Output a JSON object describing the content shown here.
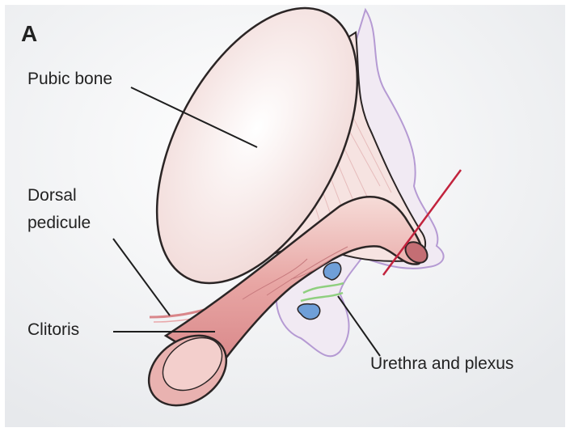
{
  "panel_label": "A",
  "labels": {
    "pubic_bone": "Pubic bone",
    "dorsal_line1": "Dorsal",
    "dorsal_line2": "pedicule",
    "clitoris": "Clitoris",
    "urethra": "Urethra and plexus"
  },
  "colors": {
    "background": "#f3f4f6",
    "bone_fill": "#f7e6e4",
    "bone_stroke": "#2b2525",
    "clitoris_fill": "#e6a3a0",
    "tissue_outline": "#b59ad3",
    "tissue_fill": "#f2ebf4",
    "vessel": "#d9868a",
    "cut_line": "#c2233d",
    "plexus": "#6f9fd8",
    "urethra_line": "#8fcf7f",
    "leader": "#1e1e1e"
  }
}
